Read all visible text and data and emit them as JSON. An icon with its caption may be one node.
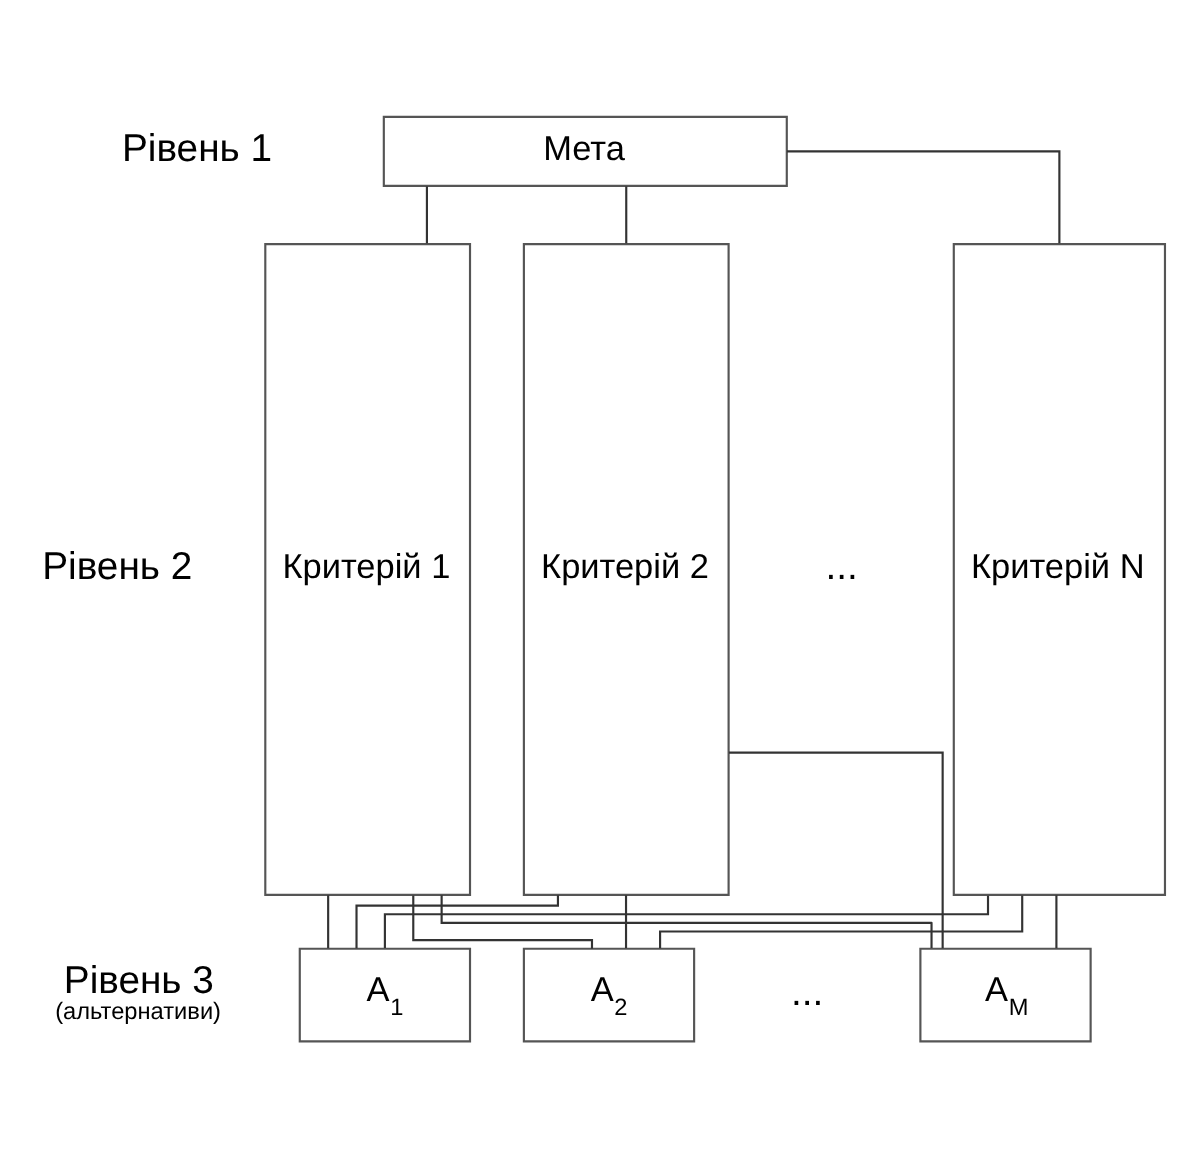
{
  "diagram": {
    "nodes": [
      {
        "text": [
          "Мета"
        ]
      },
      {
        "text": [
          "Критерій 1"
        ]
      },
      {
        "text": [
          "Критерій 2"
        ]
      },
      {
        "text": [
          "Критерій N"
        ]
      },
      {
        "text": [
          "A$_{1}$"
        ]
      },
      {
        "text": [
          "A$_{2}$"
        ]
      },
      {
        "text": [
          "A$_{M}$"
        ]
      }
    ],
    "edges": [
      {
        "from": 0,
        "to": 1,
        "arrow": "none"
      },
      {
        "from": 0,
        "to": 2,
        "arrow": "none"
      },
      {
        "from": 0,
        "to": 3,
        "arrow": "none"
      },
      {
        "from": 1,
        "to": 4,
        "arrow": "none"
      },
      {
        "from": 1,
        "to": 5,
        "arrow": "none"
      },
      {
        "from": 1,
        "to": 6,
        "arrow": "none"
      },
      {
        "from": 2,
        "to": 4,
        "arrow": "none"
      },
      {
        "from": 2,
        "to": 5,
        "arrow": "none"
      },
      {
        "from": 2,
        "to": 6,
        "arrow": "none"
      },
      {
        "from": 3,
        "to": 4,
        "arrow": "none"
      },
      {
        "from": 3,
        "to": 5,
        "arrow": "none"
      },
      {
        "from": 3,
        "to": 6,
        "arrow": "none"
      }
    ],
    "labels": [
      "Рівень 1",
      "Рівень 2",
      "...",
      "Рівень 3",
      "(альтернативи)",
      "..."
    ]
  }
}
